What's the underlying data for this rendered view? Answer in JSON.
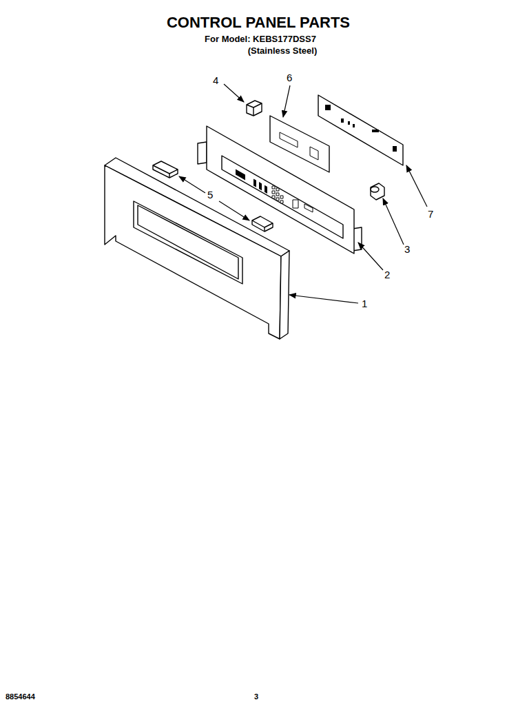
{
  "diagram": {
    "title": "CONTROL PANEL PARTS",
    "labels": [
      "For Model: KEBS177DSS7",
      "(Stainless Steel)",
      "4",
      "6",
      "7",
      "5",
      "3",
      "2",
      "1",
      "8854644",
      "3"
    ]
  }
}
